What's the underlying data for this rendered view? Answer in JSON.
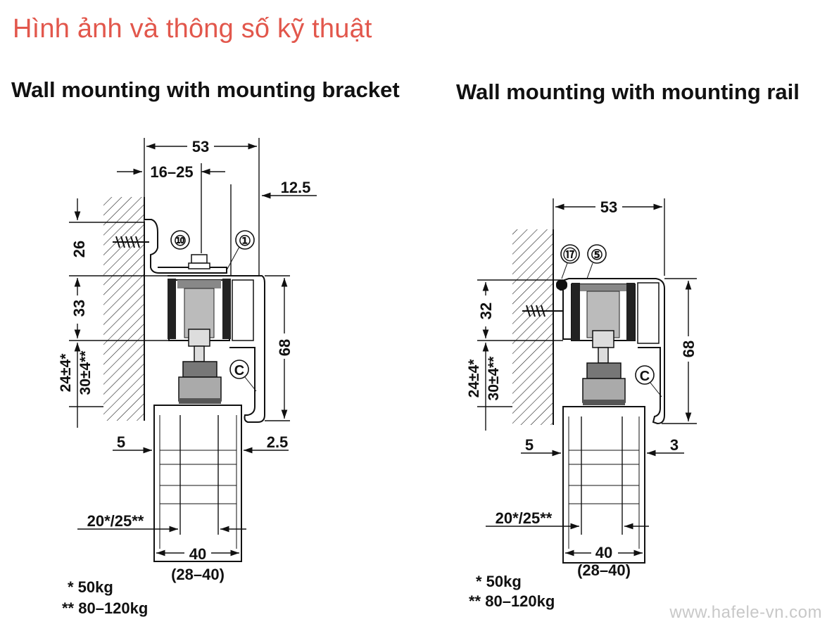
{
  "page": {
    "title": "Hình ảnh và thông số kỹ thuật",
    "title_color": "#e2574c",
    "watermark": "www.hafele-vn.com"
  },
  "left_diagram": {
    "heading": "Wall mounting with mounting bracket",
    "dims": {
      "top_width": "53",
      "bracket_range": "16–25",
      "offset_right": "12.5",
      "bracket_height": "26",
      "track_height": "33",
      "gap_a": "24±4*",
      "gap_b": "30±4**",
      "rail_height": "68",
      "wall_gap": "5",
      "right_gap": "2.5",
      "door_offset": "20*/25**",
      "door_thickness": "40",
      "door_range": "(28–40)"
    },
    "callouts": [
      "⑩",
      "①",
      "C"
    ],
    "notes": [
      "* 50kg",
      "** 80–120kg"
    ]
  },
  "right_diagram": {
    "heading": "Wall mounting with mounting rail",
    "dims": {
      "top_width": "53",
      "rail_section": "32",
      "gap_a": "24±4*",
      "gap_b": "30±4**",
      "rail_height": "68",
      "wall_gap": "5",
      "right_gap": "3",
      "door_offset": "20*/25**",
      "door_thickness": "40",
      "door_range": "(28–40)"
    },
    "callouts": [
      "⑰",
      "⑤",
      "C"
    ],
    "notes": [
      "* 50kg",
      "** 80–120kg"
    ]
  }
}
